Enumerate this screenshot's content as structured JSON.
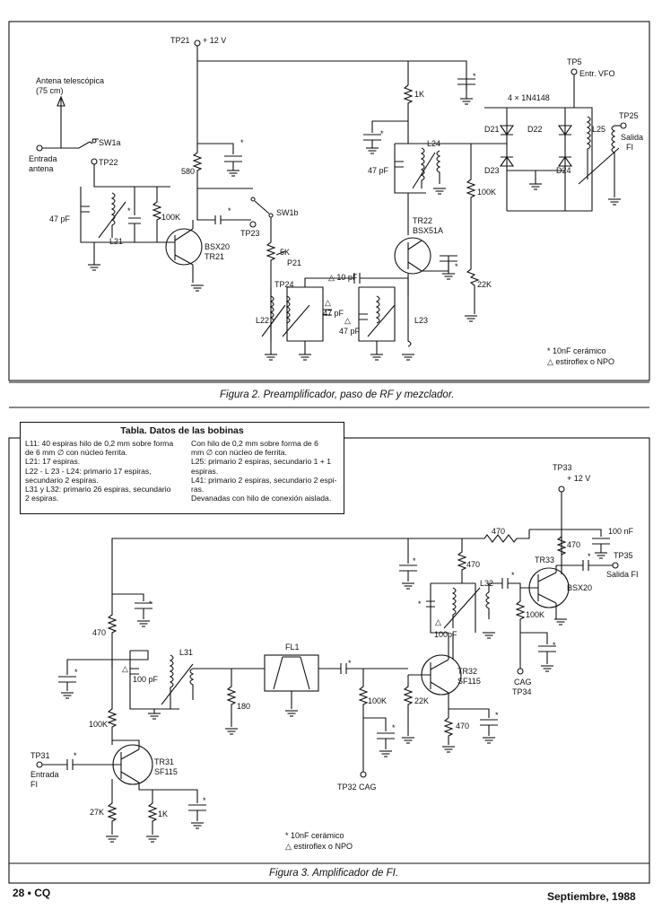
{
  "fig2": {
    "caption": "Figura 2. Preamplificador, paso de RF y mezclador.",
    "labels": {
      "tp21": "TP21",
      "plus12": "+ 12 V",
      "antena_tel": "Antena telescópica",
      "antena_len": "(75 cm)",
      "entrada": "Entrada",
      "antena": "antena",
      "sw1a": "SW1a",
      "sw1b": "SW1b",
      "tp22": "TP22",
      "tp23": "TP23",
      "tp24": "TP24",
      "r580": "580",
      "r100k": "100K",
      "c47a": "47 pF",
      "l21": "L21",
      "bsx20": "BSX20",
      "tr21": "TR21",
      "r5k": "5K",
      "p21": "P21",
      "c10pf": "△ 10 pF",
      "c47b_tri": "△",
      "c47b": "47 pF",
      "c47c_tri": "△",
      "c47c": "47 pF",
      "l22": "L22",
      "l23": "L23",
      "r1k": "1K",
      "c47d": "47 pF",
      "l24": "L24",
      "tr22": "TR22",
      "bsx51a": "BSX51A",
      "r100k2": "100K",
      "r22k": "22K",
      "tp5": "TP5",
      "entr_vfo": "Entr. VFO",
      "diodes": "4 × 1N4148",
      "d21": "D21",
      "d22": "D22",
      "d23": "D23",
      "d24": "D24",
      "l25": "L25",
      "tp25": "TP25",
      "salida": "Salida",
      "fi": "FI",
      "note1": "* 10nF cerámico",
      "note2": "△ estiroflex o NPO"
    }
  },
  "table": {
    "title": "Tabla. Datos de las bobinas",
    "col1": [
      "L11: 40 espiras hilo de 0,2 mm sobre forma",
      "de 6 mm ∅ con núcleo ferrita.",
      "L21: 17 espiras.",
      "L22 - L 23 - L24: primario 17 espiras,",
      "secundario 2 espiras.",
      "L31 y L32: primario 26 espiras, secundario",
      "2 espiras."
    ],
    "col2": [
      "Con hilo de 0,2 mm sobre forma de 6",
      "mm ∅ con núcleo de ferrita.",
      "L25: primario 2 espiras, secundario 1 + 1",
      "espiras.",
      "L41: primario 2 espiras, secundario 2 espi-",
      "ras.",
      "Devanadas con hilo de conexión aislada."
    ]
  },
  "fig3": {
    "caption": "Figura 3. Amplificador de FI.",
    "labels": {
      "tp33": "TP33",
      "plus12": "+ 12 V",
      "r470a": "470",
      "r470b": "470",
      "c100nf": "100 nF",
      "tp35": "TP35",
      "salida_fi": "Salida FI",
      "tr33": "TR33",
      "bsx20": "BSX20",
      "r470c": "470",
      "l32": "L32",
      "tri32": "△",
      "c100pf_b": "100pF",
      "r100k_a": "100K",
      "cag": "CAG",
      "tp34": "TP34",
      "r470d": "470",
      "tri31": "△",
      "c100pf": "100 pF",
      "l31": "L31",
      "r180": "180",
      "fl1": "FL1",
      "r100k_b": "100K",
      "tp32cag": "TP32 CAG",
      "r22k": "22K",
      "tr32": "TR32",
      "sf115a": "SF115",
      "r470e": "470",
      "r100k_c": "100K",
      "tp31": "TP31",
      "entrada": "Entrada",
      "fi": "FI",
      "tr31": "TR31",
      "sf115b": "SF115",
      "r27k": "27K",
      "r1k": "1K",
      "note1": "* 10nF cerámico",
      "note2": "△ estiroflex o NPO"
    }
  },
  "footer": {
    "left": "28 • CQ",
    "right": "Septiembre, 1988"
  }
}
